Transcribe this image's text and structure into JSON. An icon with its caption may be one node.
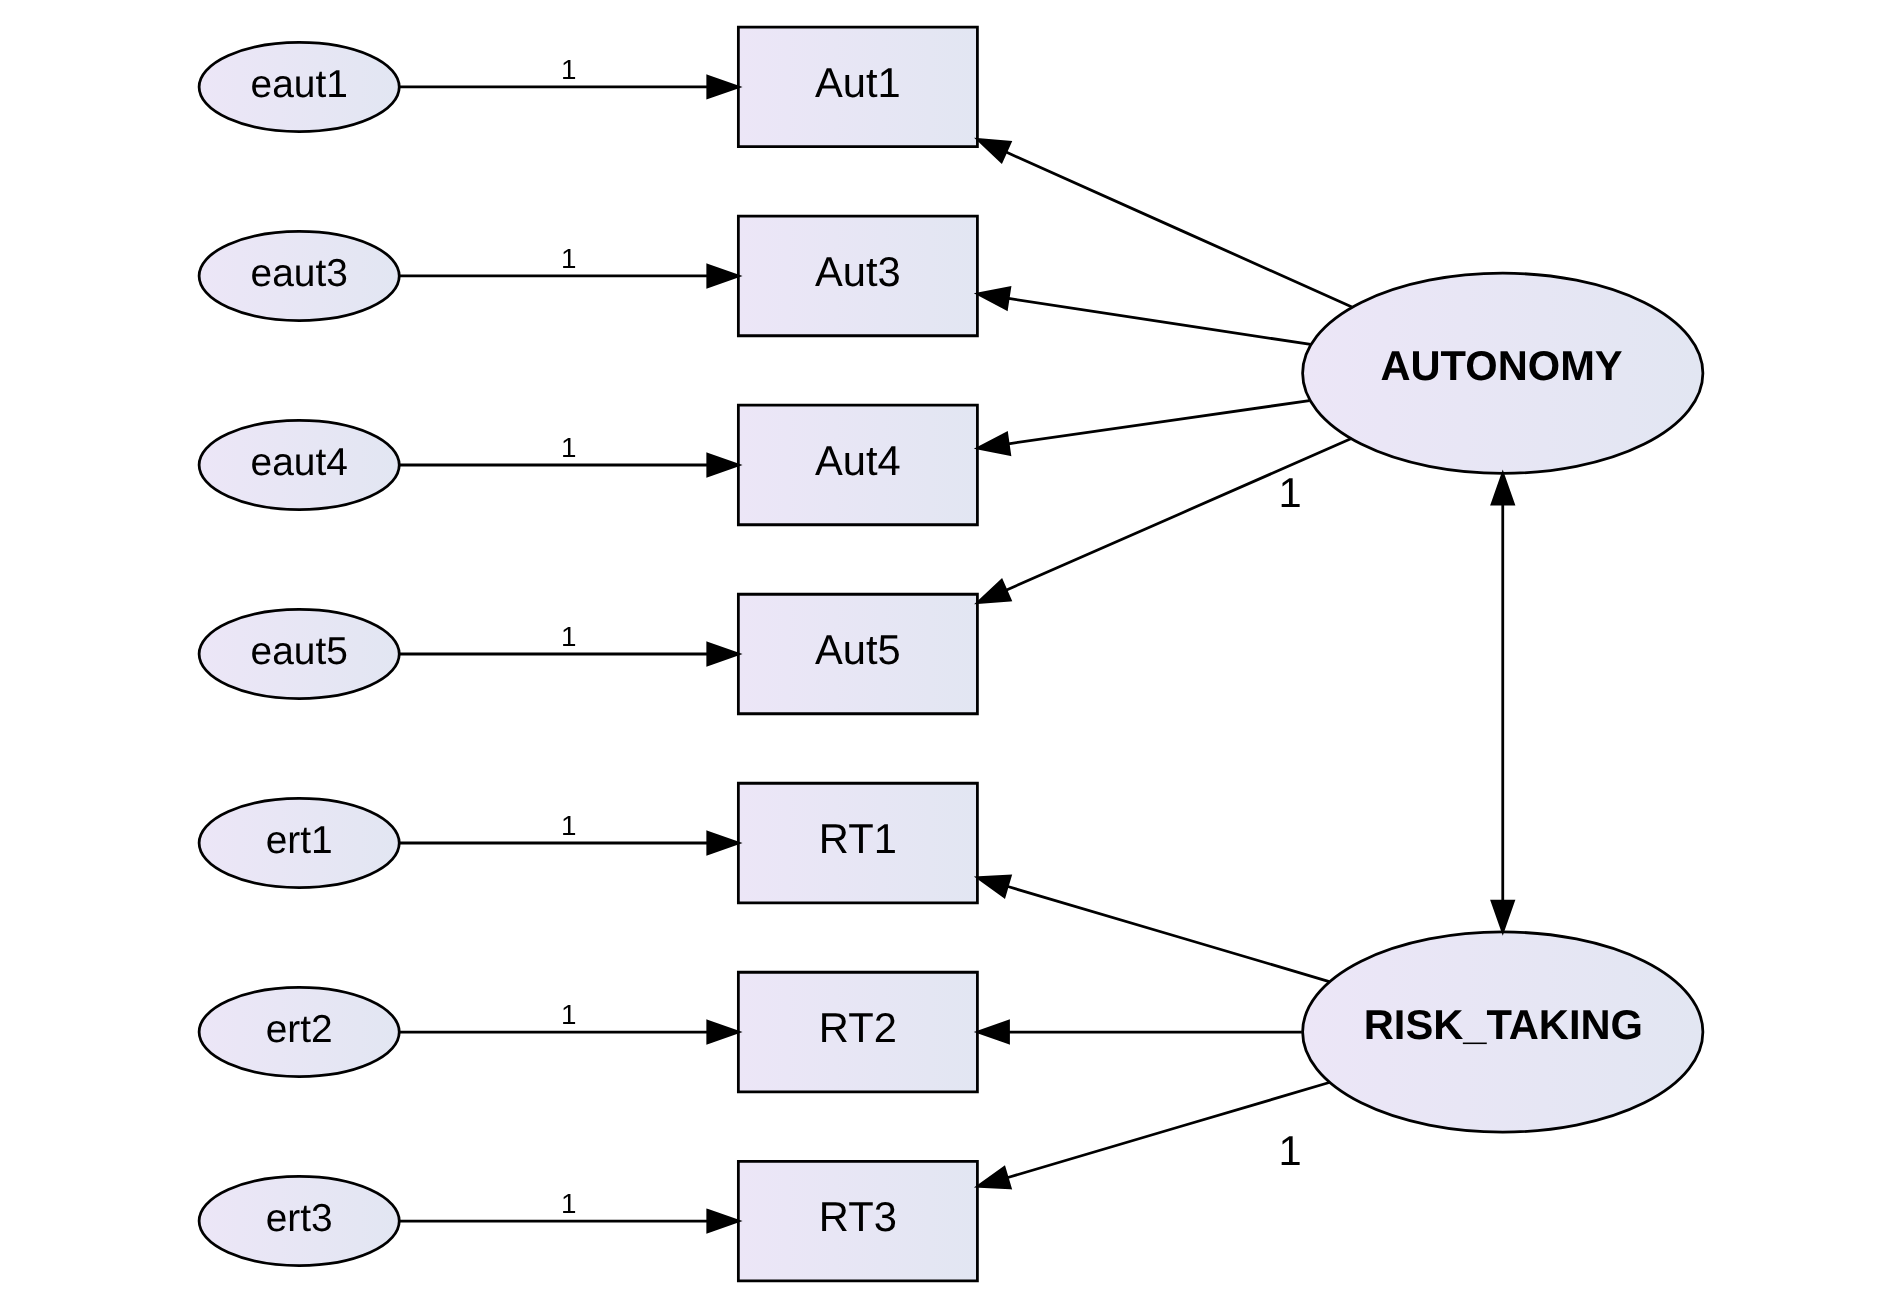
{
  "diagram": {
    "nodes": [
      {
        "text": [
          "eaut1"
        ]
      },
      {
        "text": [
          "eaut3"
        ]
      },
      {
        "text": [
          "eaut4"
        ]
      },
      {
        "text": [
          "eaut5"
        ]
      },
      {
        "text": [
          "ert1"
        ]
      },
      {
        "text": [
          "ert2"
        ]
      },
      {
        "text": [
          "ert3"
        ]
      },
      {
        "text": [
          "Aut1"
        ]
      },
      {
        "text": [
          "Aut3"
        ]
      },
      {
        "text": [
          "Aut4"
        ]
      },
      {
        "text": [
          "Aut5"
        ]
      },
      {
        "text": [
          "RT1"
        ]
      },
      {
        "text": [
          "RT2"
        ]
      },
      {
        "text": [
          "RT3"
        ]
      },
      {
        "text": [
          "AUTONOMY"
        ],
        "beside": [
          "1"
        ]
      },
      {
        "text": [
          "RISK_TAKING"
        ],
        "beside": [
          "1"
        ]
      }
    ],
    "edges": [
      {
        "from": 0,
        "to": 7,
        "arrow": "to",
        "label": "1"
      },
      {
        "from": 1,
        "to": 8,
        "arrow": "to",
        "label": "1"
      },
      {
        "from": 2,
        "to": 9,
        "arrow": "to",
        "label": "1"
      },
      {
        "from": 3,
        "to": 10,
        "arrow": "to",
        "label": "1"
      },
      {
        "from": 4,
        "to": 11,
        "arrow": "to",
        "label": "1"
      },
      {
        "from": 5,
        "to": 12,
        "arrow": "to",
        "label": "1"
      },
      {
        "from": 6,
        "to": 13,
        "arrow": "to",
        "label": "1"
      },
      {
        "from": 14,
        "to": 7,
        "arrow": "to"
      },
      {
        "from": 14,
        "to": 8,
        "arrow": "to"
      },
      {
        "from": 14,
        "to": 9,
        "arrow": "to"
      },
      {
        "from": 14,
        "to": 10,
        "arrow": "to"
      },
      {
        "from": 15,
        "to": 11,
        "arrow": "to"
      },
      {
        "from": 15,
        "to": 12,
        "arrow": "to"
      },
      {
        "from": 15,
        "to": 13,
        "arrow": "to"
      },
      {
        "from": 14,
        "to": 15,
        "arrow": "both"
      }
    ]
  }
}
